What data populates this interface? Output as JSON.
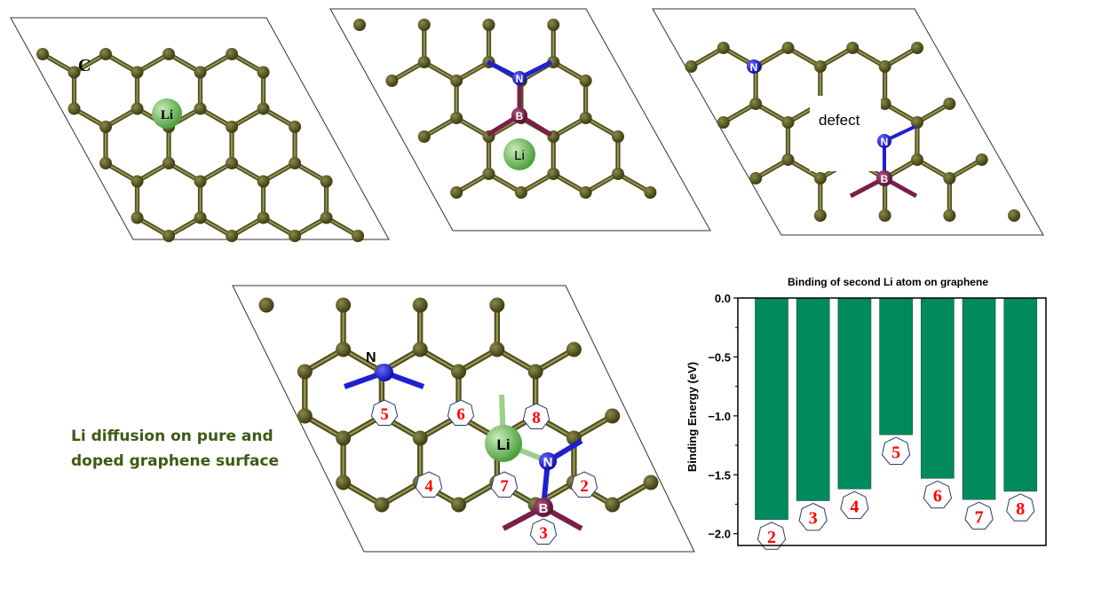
{
  "panels": [
    {
      "id": "pure",
      "labels": {
        "carbon": "C",
        "lithium": "Li"
      }
    },
    {
      "id": "bn-doped",
      "labels": {
        "nitrogen": "N",
        "boron": "B",
        "lithium": "Li"
      }
    },
    {
      "id": "bn-defect",
      "labels": {
        "nitrogen1": "N",
        "nitrogen2": "N",
        "boron": "B",
        "defect": "defect"
      }
    },
    {
      "id": "diffusion-sites",
      "labels": {
        "nitrogen_n": "N",
        "nitrogen": "N",
        "boron": "B",
        "lithium": "Li"
      },
      "sites": [
        "5",
        "6",
        "8",
        "4",
        "7",
        "2",
        "3"
      ]
    }
  ],
  "caption": {
    "line1": "Li diffusion on pure and",
    "line2": "doped graphene surface"
  },
  "colors": {
    "carbon": "#4f4f1c",
    "nitrogen": "#2020d0",
    "boron": "#7a1f4a",
    "lithium": "#7cc46a",
    "bar": "#008a5e",
    "site_label": "#ff0000",
    "caption": "#3d5a14"
  },
  "chart_data": {
    "type": "bar",
    "title": "Binding of second Li atom on graphene",
    "xlabel": "",
    "ylabel": "Binding Energy (eV)",
    "categories": [
      "2",
      "3",
      "4",
      "5",
      "6",
      "7",
      "8"
    ],
    "values": [
      -1.88,
      -1.72,
      -1.62,
      -1.16,
      -1.53,
      -1.71,
      -1.64
    ],
    "ylim": [
      -2.1,
      0.0
    ],
    "yticks": [
      "0.0",
      "-0.5",
      "-1.0",
      "-1.5",
      "-2.0"
    ],
    "ytick_values": [
      0,
      -0.5,
      -1.0,
      -1.5,
      -2.0
    ],
    "grid": false,
    "legend": "none"
  }
}
